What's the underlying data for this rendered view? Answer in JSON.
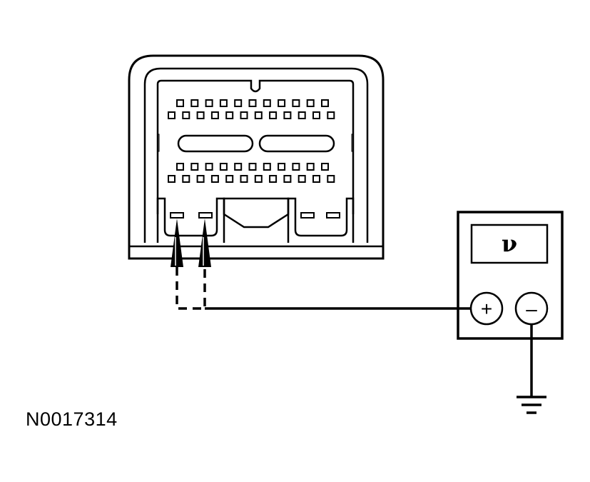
{
  "figure": {
    "id": "N0017314"
  },
  "meter": {
    "display_symbol": "ν",
    "positive_label": "+",
    "negative_label": "–"
  },
  "connector": {
    "top_row_1_pins": 11,
    "top_row_2_pins": 12,
    "bottom_row_1_pins": 11,
    "bottom_row_2_pins": 12
  },
  "colors": {
    "line": "#000000",
    "background": "#ffffff"
  }
}
